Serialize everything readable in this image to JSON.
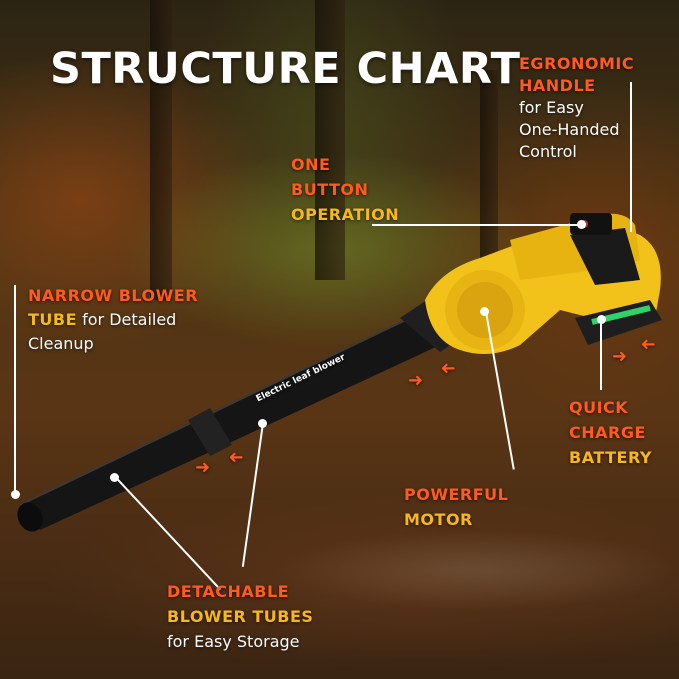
{
  "title": "STRUCTURE CHART",
  "product_text": "Electric leaf blower",
  "colors": {
    "accent_orange": "#ff5a1f",
    "accent_yellow": "#f5b91e",
    "blower_yellow": "#f2c21a",
    "text": "#ffffff"
  },
  "labels": {
    "handle": {
      "line1": "EGRONOMIC",
      "line2": "HANDLE",
      "line3": "for Easy",
      "line4": "One-Handed",
      "line5": "Control"
    },
    "button": {
      "line1": "ONE",
      "line2": "BUTTON",
      "line3": "OPERATION"
    },
    "tube": {
      "line1": "NARROW BLOWER",
      "line2_bold": "TUBE",
      "line2_rest": " for Detailed",
      "line3": "Cleanup"
    },
    "battery": {
      "line1": "QUICK",
      "line2": "CHARGE",
      "line3": "BATTERY"
    },
    "motor": {
      "line1": "POWERFUL",
      "line2": "MOTOR"
    },
    "detach": {
      "line1": "DETACHABLE",
      "line2": "BLOWER TUBES",
      "line3": "for Easy Storage"
    }
  }
}
